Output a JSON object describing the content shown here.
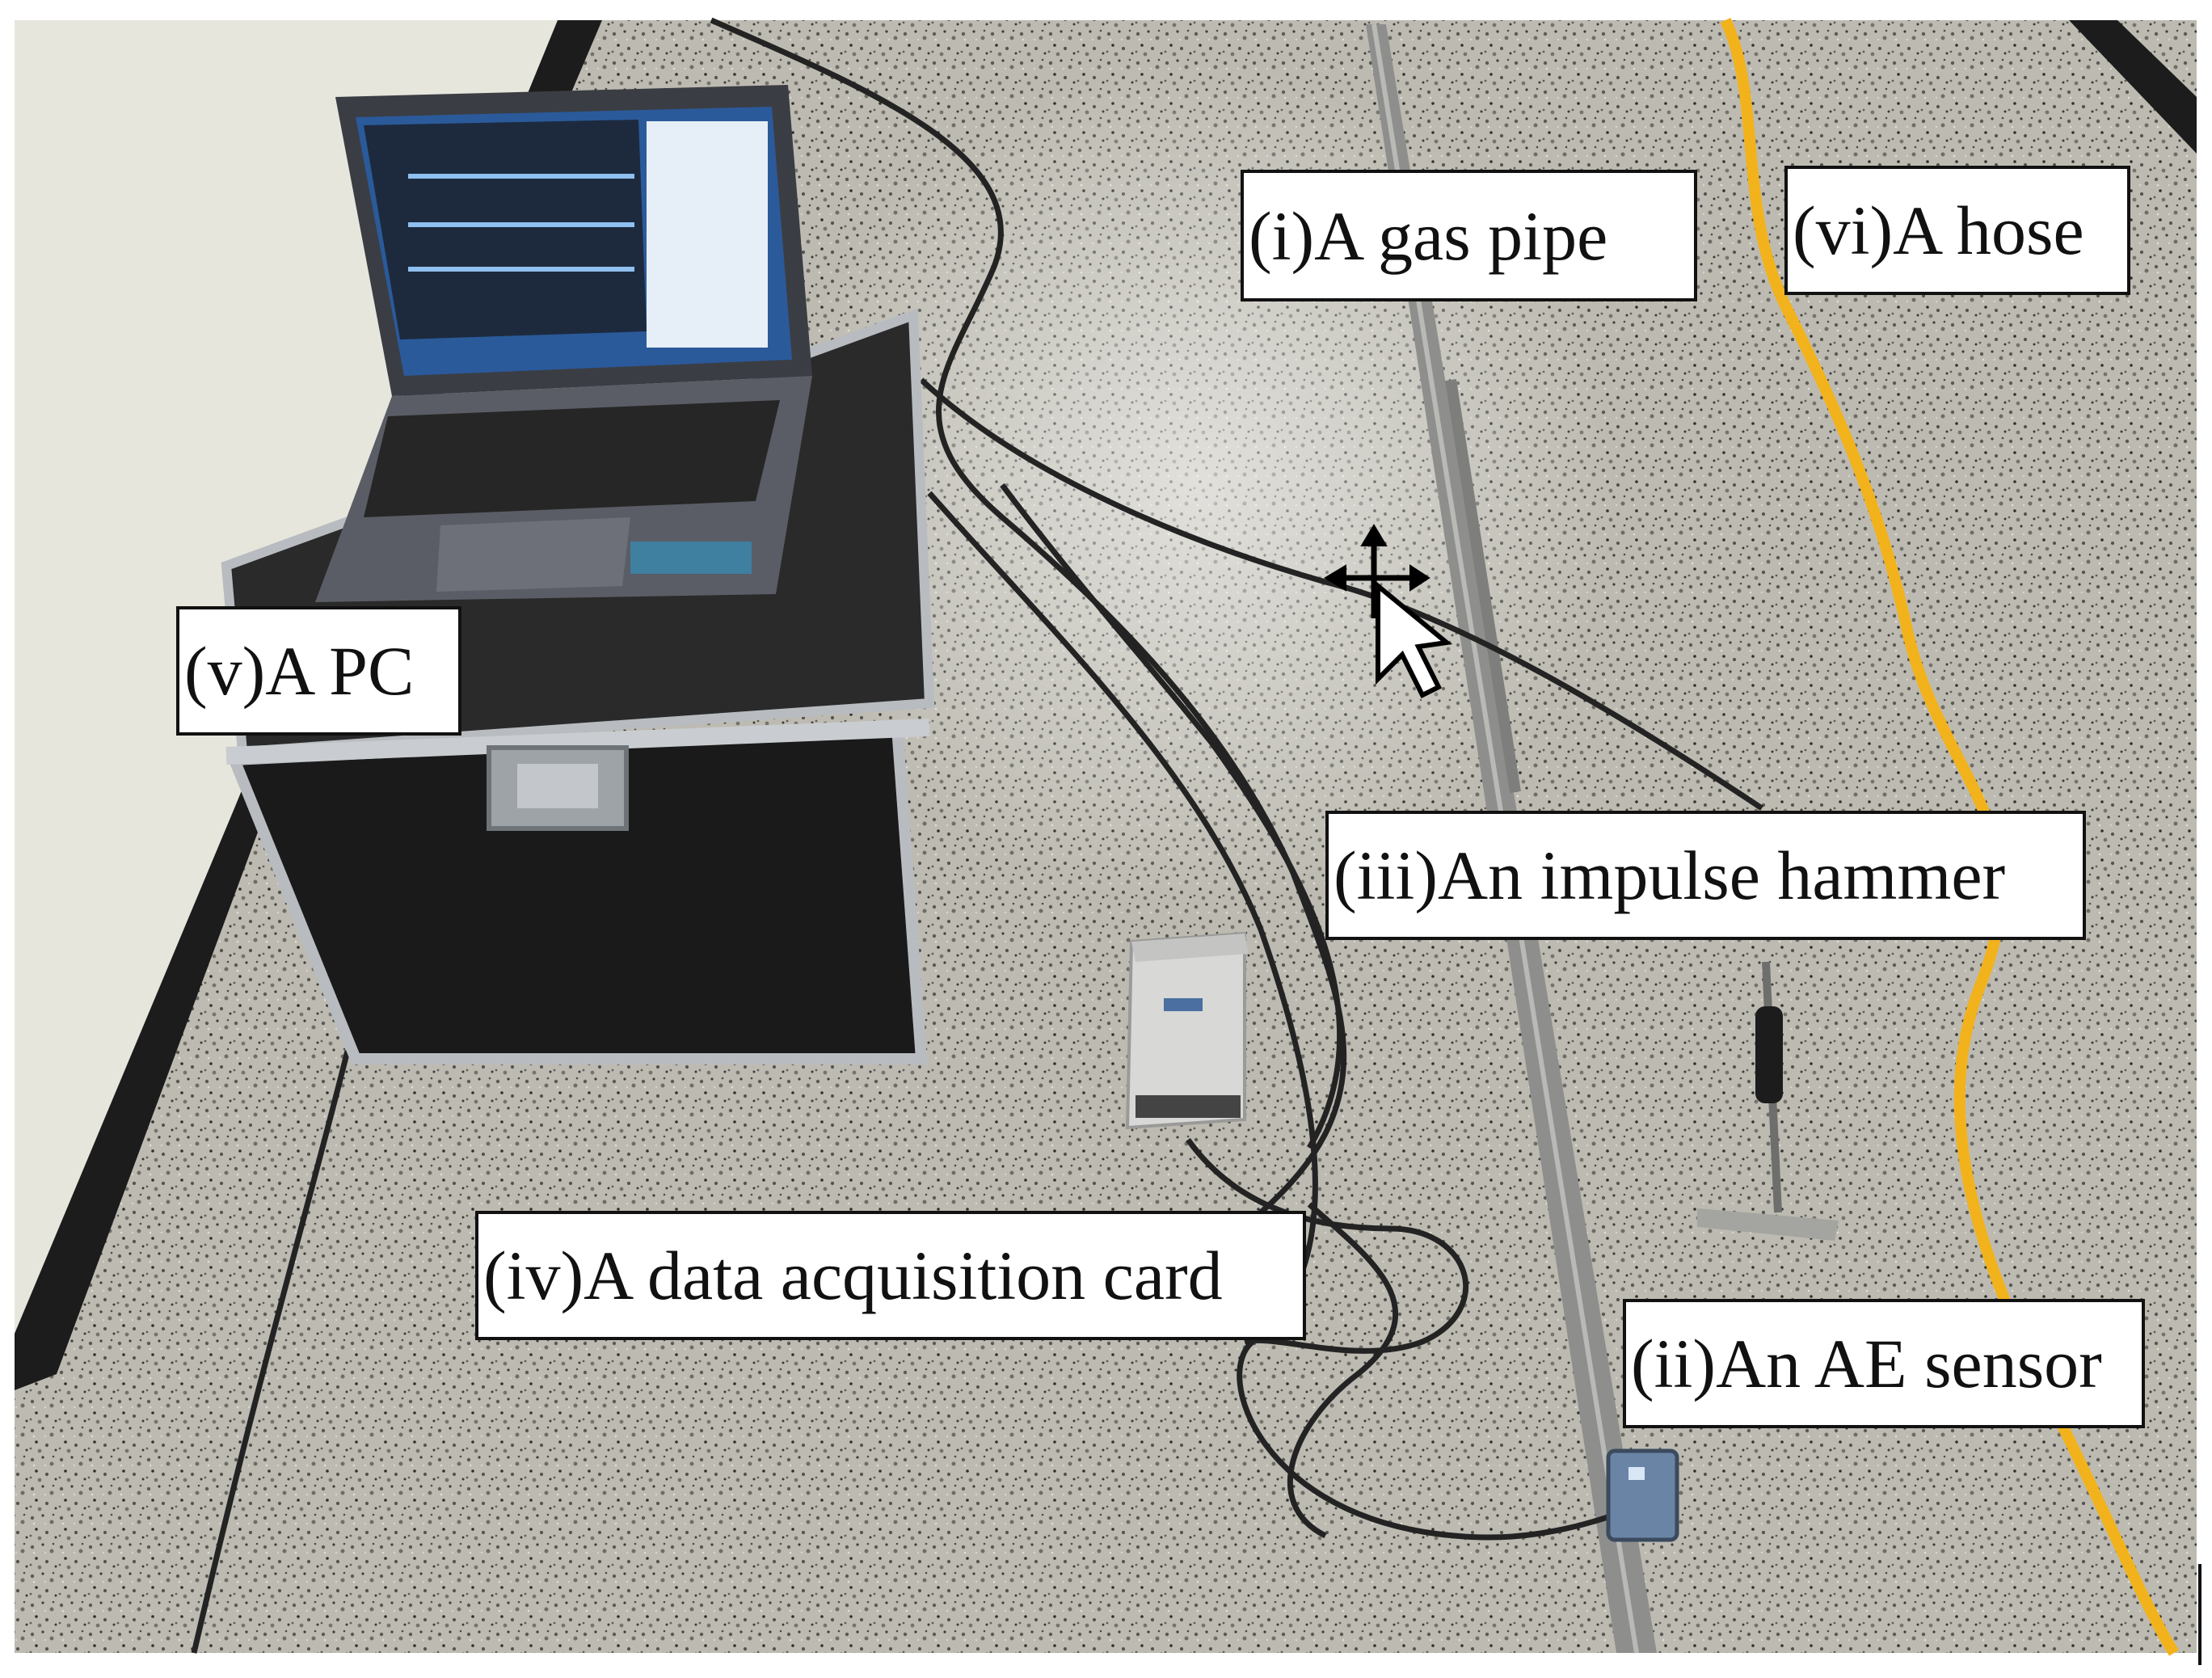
{
  "labels": {
    "gas_pipe": "(i)A gas pipe",
    "ae_sensor": "(ii)An AE sensor",
    "impulse_hammer": "(iii)An impulse hammer",
    "data_acquisition_card": "(iv)A data acquisition card",
    "pc": "(v)A PC",
    "hose": "(vi)A hose"
  },
  "colors": {
    "floor": "#b9b7ad",
    "wall": "#e7e6dc",
    "baseboard": "#1c1c1c",
    "case": "#1a1a1a",
    "case_rim": "#b8bcc0",
    "laptop": "#4a4d55",
    "screen": "#2a5a9a",
    "hose": "#f2b21b",
    "pipe": "#8e8f8d",
    "cable": "#232323",
    "daq_box": "#d8d8d6",
    "sensor": "#6a84a6"
  },
  "icons": [
    "move-cursor-icon",
    "arrow-pointer-icon"
  ]
}
